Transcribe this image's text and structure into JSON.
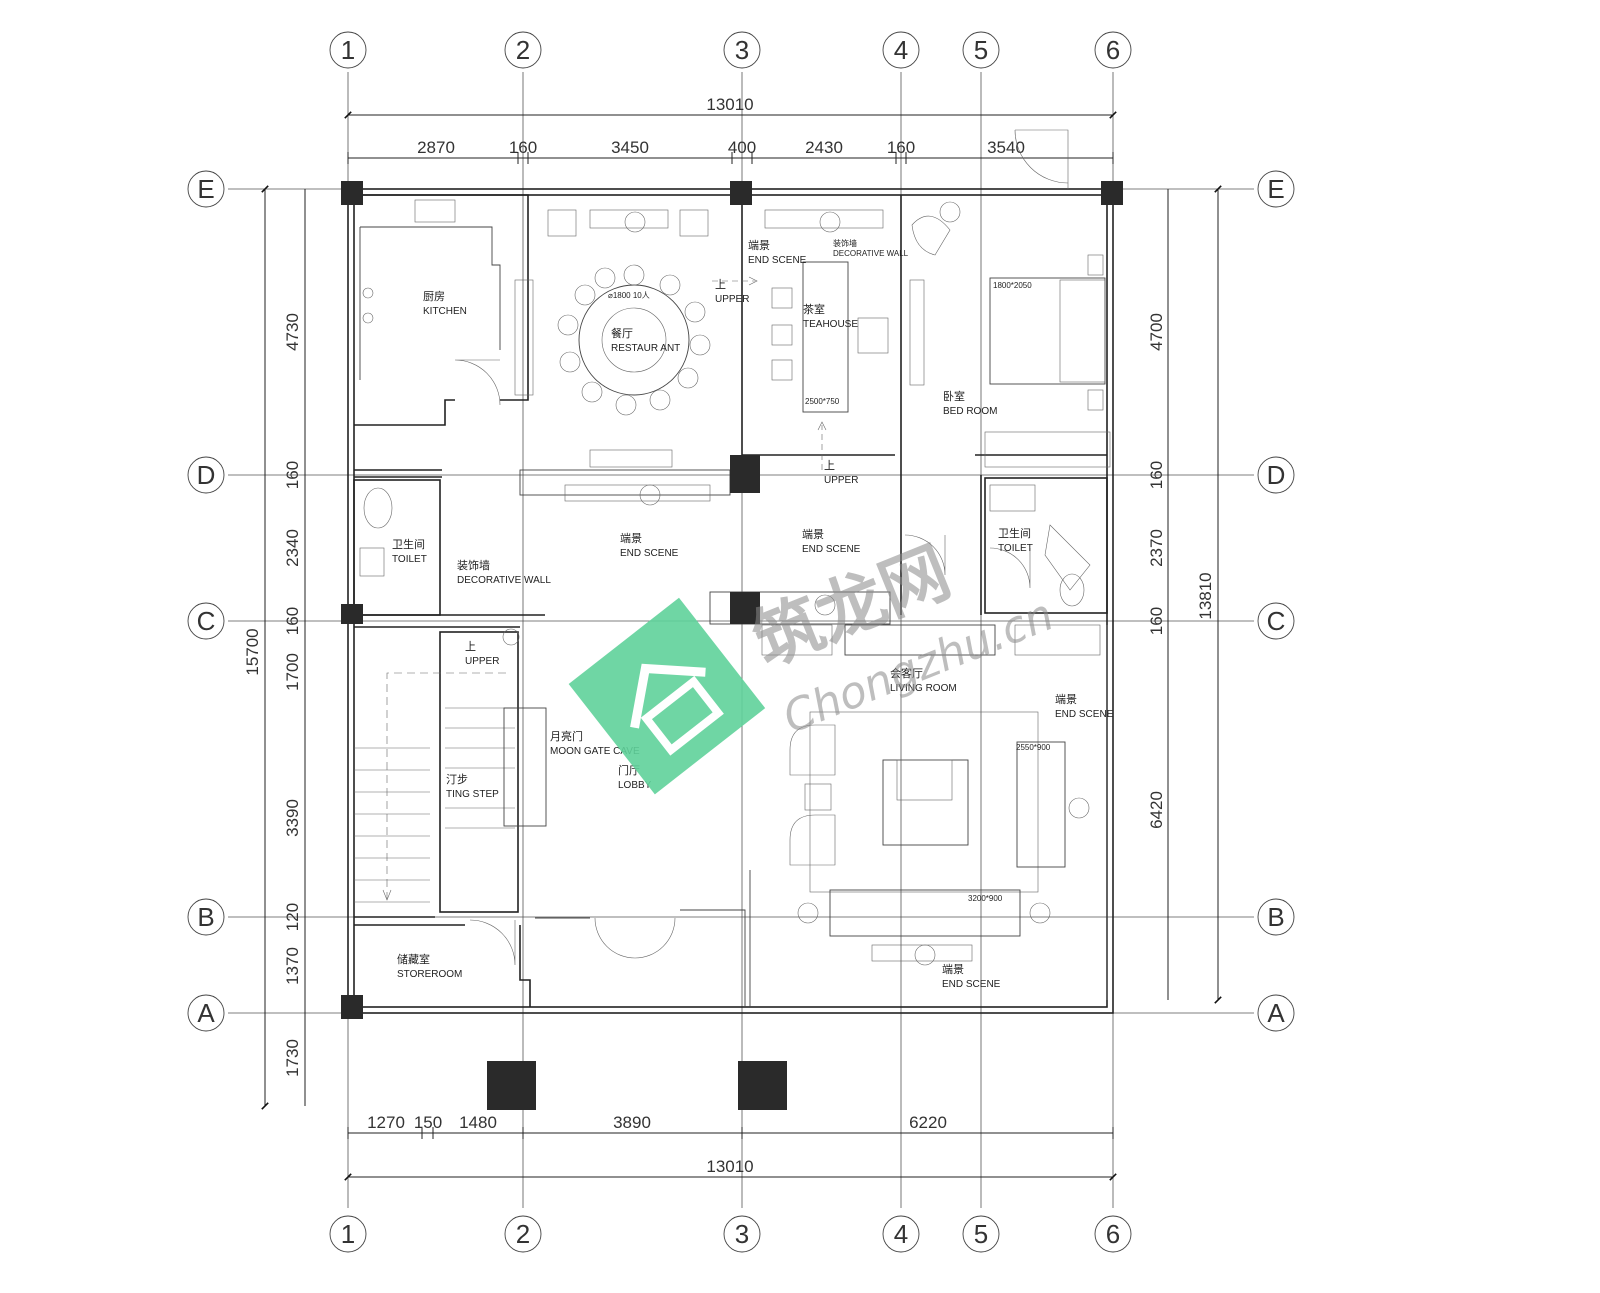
{
  "axes": {
    "columns": [
      "1",
      "2",
      "3",
      "4",
      "5",
      "6"
    ],
    "rows": [
      "E",
      "D",
      "C",
      "B",
      "A"
    ]
  },
  "dimensions": {
    "top_total": "13010",
    "top_segments": [
      "2870",
      "160",
      "3450",
      "400",
      "2430",
      "160",
      "3540"
    ],
    "bottom_segments": [
      "1270",
      "150",
      "1480",
      "3890",
      "6220"
    ],
    "bottom_total": "13010",
    "left_total": "15700",
    "left_segments": [
      "4730",
      "160",
      "2340",
      "160",
      "1700",
      "3390",
      "120",
      "1370",
      "1730"
    ],
    "right_segments": [
      "4700",
      "160",
      "2370",
      "160",
      "6420"
    ],
    "right_total": "13810"
  },
  "rooms": {
    "kitchen": {
      "cn": "厨房",
      "en": "KITCHEN"
    },
    "restaurant": {
      "cn": "餐厅",
      "en": "RESTAUR ANT",
      "table": "⌀1800  10人"
    },
    "teahouse": {
      "cn": "茶室",
      "en": "TEAHOUSE",
      "table": "2500*750"
    },
    "bedroom": {
      "cn": "卧室",
      "en": "BED ROOM",
      "bed": "1800*2050"
    },
    "toilet_left": {
      "cn": "卫生间",
      "en": "TOILET"
    },
    "toilet_right": {
      "cn": "卫生间",
      "en": "TOILET"
    },
    "decorative_wall": {
      "cn": "装饰墙",
      "en": "DECORATIVE WALL"
    },
    "decorative_wall_small": {
      "cn": "装饰墙",
      "en": "DECORATIVE WALL"
    },
    "end_scene_top": {
      "cn": "端景",
      "en": "END SCENE"
    },
    "end_scene_mid": {
      "cn": "端景",
      "en": "END SCENE"
    },
    "end_scene_center": {
      "cn": "端景",
      "en": "END SCENE"
    },
    "end_scene_right": {
      "cn": "端景",
      "en": "END SCENE"
    },
    "end_scene_bottom": {
      "cn": "端景",
      "en": "END SCENE"
    },
    "living_room": {
      "cn": "会客厅",
      "en": "LIVING ROOM",
      "sofa_side": "2550*900",
      "sofa_main": "3200*900"
    },
    "moon_gate": {
      "cn": "月亮门",
      "en": "MOON GATE CAVE"
    },
    "lobby": {
      "cn": "门厅",
      "en": "LOBBY"
    },
    "ting_step": {
      "cn": "汀步",
      "en": "TING STEP"
    },
    "storeroom": {
      "cn": "储藏室",
      "en": "STOREROOM"
    },
    "upper_1": {
      "cn": "上",
      "en": "UPPER"
    },
    "upper_2": {
      "cn": "上",
      "en": "UPPER"
    },
    "upper_3": {
      "cn": "上",
      "en": "UPPER"
    }
  },
  "watermark": {
    "cn": "筑龙网",
    "latin": "Chongzhu.cn",
    "color": "#5fd29a"
  }
}
